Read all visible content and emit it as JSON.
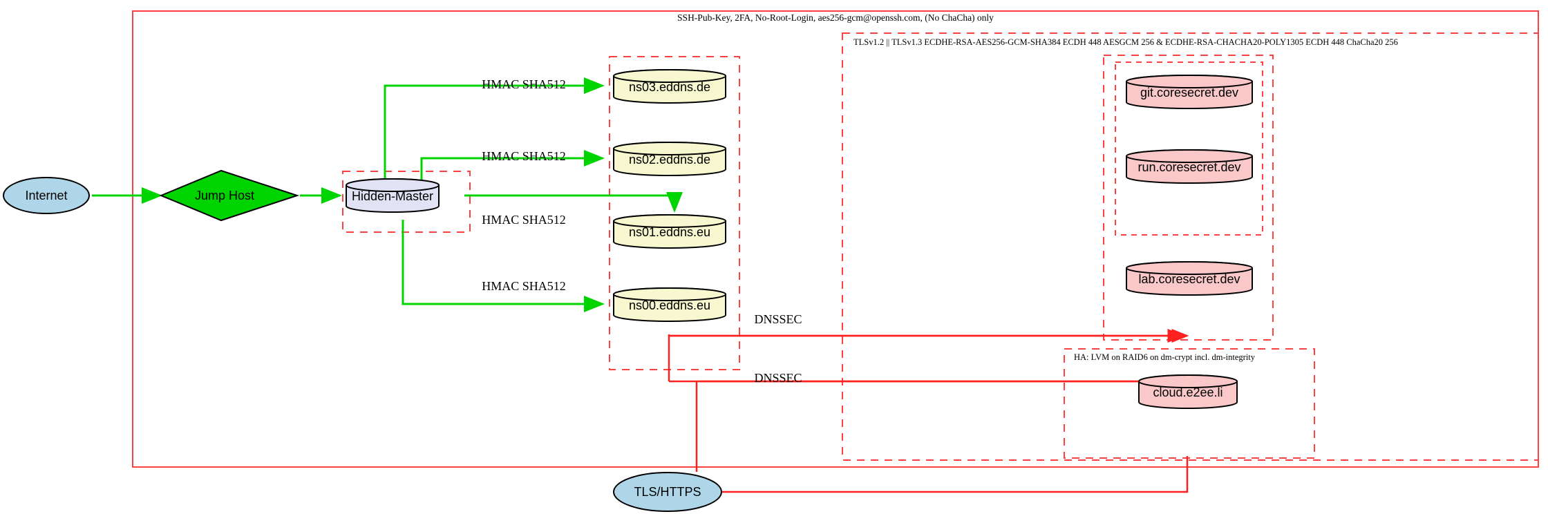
{
  "diagram": {
    "type": "network-architecture",
    "boundaries": [
      {
        "id": "ssh-zone",
        "label": "SSH-Pub-Key, 2FA, No-Root-Login, aes256-gcm@openssh.com, (No ChaCha) only",
        "color": "#ff4040",
        "style": "solid"
      },
      {
        "id": "tls-zone",
        "label": "TLSv1.2 || TLSv1.3 ECDHE-RSA-AES256-GCM-SHA384 ECDH 448 AESGCM 256 & ECDHE-RSA-CHACHA20-POLY1305 ECDH 448 ChaCha20 256",
        "color": "#ff4040",
        "style": "dashed"
      },
      {
        "id": "ha-zone",
        "label": "HA: LVM on RAID6 on dm-crypt incl. dm-integrity",
        "color": "#ff4040",
        "style": "dashed"
      },
      {
        "id": "ns-zone",
        "label": "",
        "color": "#ff4040",
        "style": "dashed"
      },
      {
        "id": "hm-zone",
        "label": "",
        "color": "#ff4040",
        "style": "dashed"
      },
      {
        "id": "core-zone",
        "label": "",
        "color": "#ff4040",
        "style": "dashed"
      },
      {
        "id": "core-inner-zone",
        "label": "",
        "color": "#ff4040",
        "style": "dashed"
      }
    ],
    "nodes": [
      {
        "id": "internet",
        "label": "Internet",
        "shape": "ellipse",
        "fill": "#aed6e8"
      },
      {
        "id": "jump-host",
        "label": "Jump Host",
        "shape": "diamond",
        "fill": "#00d400"
      },
      {
        "id": "hidden-master",
        "label": "Hidden-Master",
        "shape": "cylinder",
        "fill": "#e2e2f5"
      },
      {
        "id": "ns03",
        "label": "ns03.eddns.de",
        "shape": "cylinder",
        "fill": "#f7f7d0"
      },
      {
        "id": "ns02",
        "label": "ns02.eddns.de",
        "shape": "cylinder",
        "fill": "#f7f7d0"
      },
      {
        "id": "ns01",
        "label": "ns01.eddns.eu",
        "shape": "cylinder",
        "fill": "#f7f7d0"
      },
      {
        "id": "ns00",
        "label": "ns00.eddns.eu",
        "shape": "cylinder",
        "fill": "#f7f7d0"
      },
      {
        "id": "git",
        "label": "git.coresecret.dev",
        "shape": "cylinder",
        "fill": "#fac8c8"
      },
      {
        "id": "run",
        "label": "run.coresecret.dev",
        "shape": "cylinder",
        "fill": "#fac8c8"
      },
      {
        "id": "lab",
        "label": "lab.coresecret.dev",
        "shape": "cylinder",
        "fill": "#fac8c8"
      },
      {
        "id": "cloud",
        "label": "cloud.e2ee.li",
        "shape": "cylinder",
        "fill": "#fac8c8"
      },
      {
        "id": "tls-https",
        "label": "TLS/HTTPS",
        "shape": "ellipse",
        "fill": "#aed6e8"
      }
    ],
    "edges": [
      {
        "from": "internet",
        "to": "jump-host",
        "label": "",
        "color": "#00d400"
      },
      {
        "from": "jump-host",
        "to": "hidden-master",
        "label": "",
        "color": "#00d400"
      },
      {
        "from": "hidden-master",
        "to": "ns03",
        "label": "HMAC SHA512",
        "color": "#00d400"
      },
      {
        "from": "hidden-master",
        "to": "ns02",
        "label": "HMAC SHA512",
        "color": "#00d400"
      },
      {
        "from": "hidden-master",
        "to": "ns01",
        "label": "HMAC SHA512",
        "color": "#00d400"
      },
      {
        "from": "hidden-master",
        "to": "ns00",
        "label": "HMAC SHA512",
        "color": "#00d400"
      },
      {
        "from": "ns-zone",
        "to": "core-zone",
        "label": "DNSSEC",
        "color": "#ff2020"
      },
      {
        "from": "ns-zone",
        "to": "ha-zone",
        "label": "DNSSEC",
        "color": "#ff2020"
      },
      {
        "from": "tls-https",
        "to": "core-zone",
        "label": "",
        "color": "#ff2020"
      },
      {
        "from": "tls-https",
        "to": "ha-zone",
        "label": "",
        "color": "#ff2020"
      }
    ],
    "edge_labels": {
      "hmac": "HMAC SHA512",
      "dnssec": "DNSSEC"
    }
  }
}
